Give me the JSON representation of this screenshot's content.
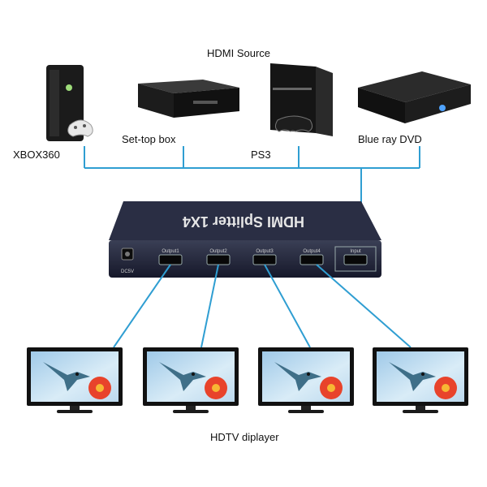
{
  "diagram": {
    "source_title": "HDMI Source",
    "sources": [
      {
        "label": "XBOX360",
        "icon": "xbox360-console-icon"
      },
      {
        "label": "Set-top box",
        "icon": "set-top-box-icon"
      },
      {
        "label": "PS3",
        "icon": "ps3-console-icon"
      },
      {
        "label": "Blue ray DVD",
        "icon": "blu-ray-player-icon"
      }
    ],
    "splitter": {
      "title": "HDMI Splitter 1X4",
      "power_label": "DC5V",
      "output_labels": [
        "Output1",
        "Output2",
        "Output3",
        "Output4"
      ],
      "input_label": "Input"
    },
    "display_title": "HDTV diplayer",
    "displays": [
      "tv-1",
      "tv-2",
      "tv-3",
      "tv-4"
    ],
    "colors": {
      "cable": "#2f9ed2",
      "device": "#1f2230",
      "tv_frame": "#111111"
    }
  }
}
